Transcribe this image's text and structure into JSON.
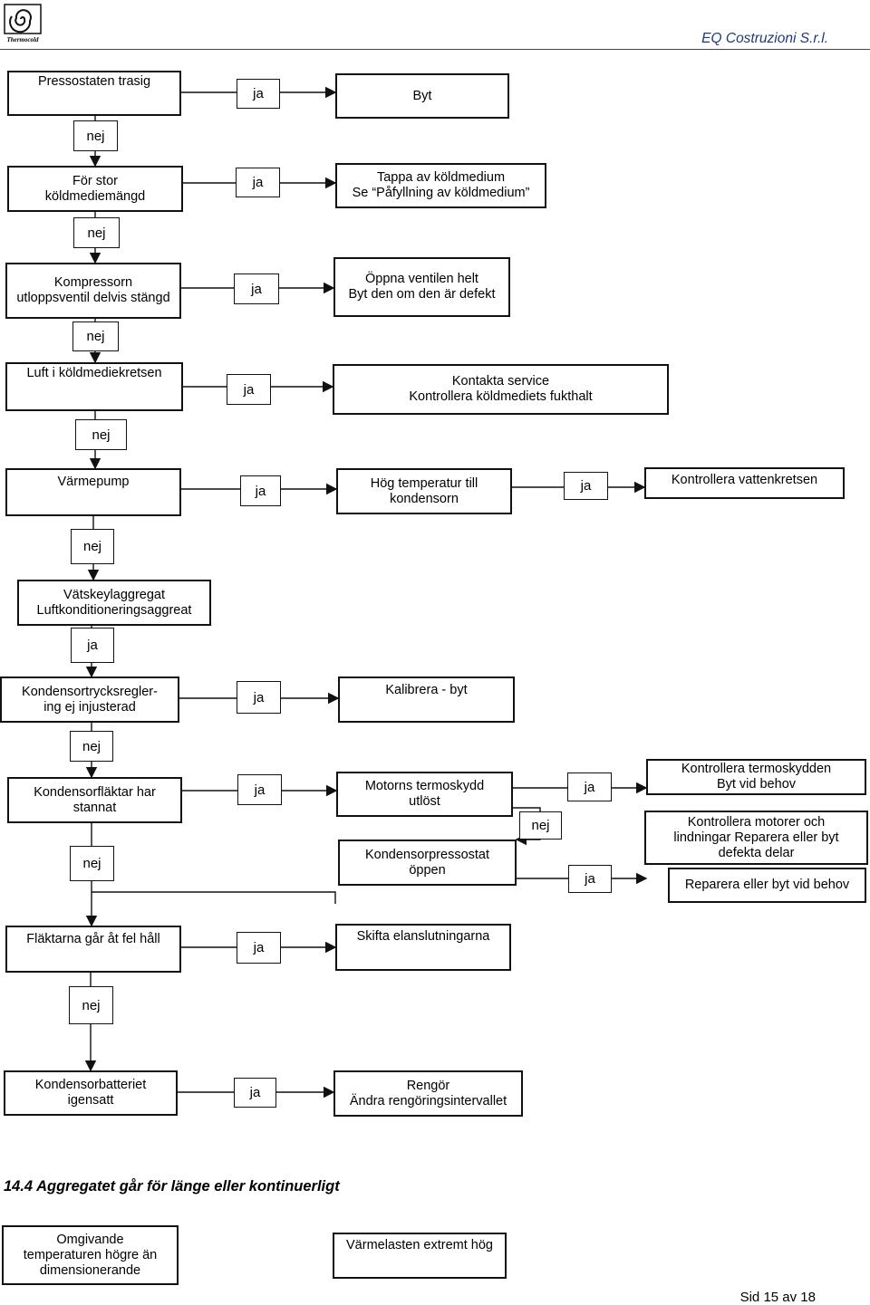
{
  "header": {
    "company": "EQ Costruzioni S.r.l.",
    "logo_text": "Thermocold"
  },
  "labels": {
    "yes": "ja",
    "no": "nej"
  },
  "nodes": {
    "pressostat": "Pressostaten trasig",
    "byt": "Byt",
    "for_stor": "För stor\nköldmediemängd",
    "tappa": "Tappa av köldmedium\nSe “Påfyllning av köldmedium”",
    "kompressor": "Kompressorn\nutloppsventil delvis stängd",
    "oppna": "Öppna ventilen helt\nByt den om den är defekt",
    "luft": "Luft i köldmediekretsen",
    "kontakta": "Kontakta service\nKontrollera köldmediets fukthalt",
    "varmepump": "Värmepump",
    "hog_temp": "Hög temperatur till\nkondensorn",
    "vattenkrets": "Kontrollera vattenkretsen",
    "vatskey": "Vätskeylaggregat\nLuftkonditioneringsaggreat",
    "kondtryck": "Kondensortrycksregler-\ning ej injusterad",
    "kalibrera": "Kalibrera - byt",
    "flaktar_stannat": "Kondensorfläktar har\nstannat",
    "motor_termo": "Motorns termoskydd\nutlöst",
    "kond_pressostat": "Kondensorpressostat\nöppen",
    "kontr_termo": "Kontrollera termoskydden\nByt vid behov",
    "kontr_motorer": "Kontrollera motorer och\nlindningar Reparera eller byt\ndefekta delar",
    "reparera": "Reparera eller byt vid behov",
    "flaktar_fel": "Fläktarna går åt fel håll",
    "skifta": "Skifta elanslutningarna",
    "batteri": "Kondensorbatteriet\nigensatt",
    "rengor": "Rengör\nÄndra rengöringsintervallet",
    "omgivande": "Omgivande\ntemperaturen högre än\ndimensionerande",
    "varmelast": "Värmelasten extremt hög"
  },
  "section_title": "14.4 Aggregatet går för länge eller kontinuerligt",
  "footer": {
    "page": "Sid 15 av 18"
  }
}
